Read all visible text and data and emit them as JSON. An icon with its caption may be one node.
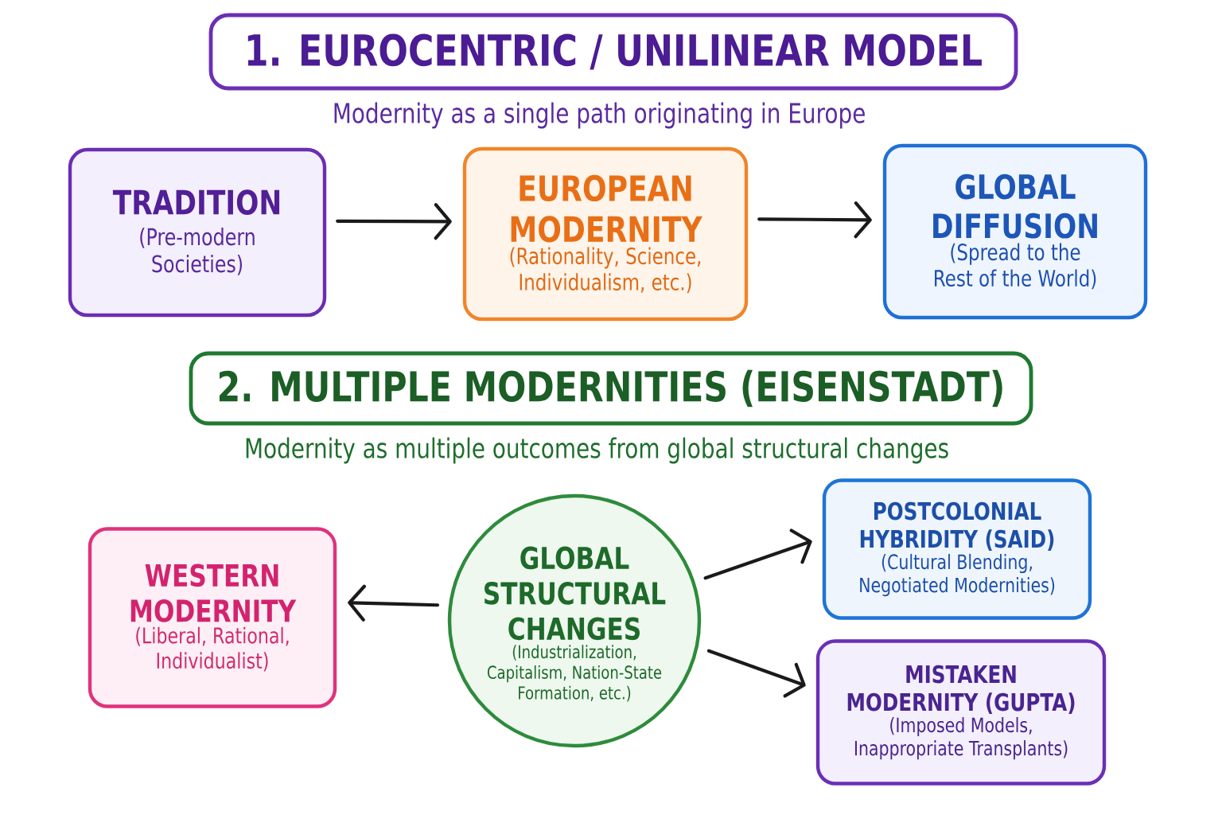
{
  "diagram": {
    "nodes": [
      {
        "text": [
          "1. EUROCENTRIC / UNILINEAR MODEL"
        ],
        "beside": [
          "Modernity as a single path originating in Europe"
        ]
      },
      {
        "text": [
          "TRADITION",
          "(Pre-modern Societies)"
        ]
      },
      {
        "text": [
          "EUROPEAN MODERNITY",
          "(Rationality, Science, Individualism, etc.)"
        ]
      },
      {
        "text": [
          "GLOBAL DIFFUSION",
          "(Spread to the Rest of the World)"
        ]
      },
      {
        "text": [
          "2. MULTIPLE MODERNITIES (EISENSTADT)"
        ],
        "beside": [
          "Modernity as multiple outcomes from global structural changes"
        ]
      },
      {
        "text": [
          "WESTERN MODERNITY",
          "(Liberal, Rational, Individualist)"
        ]
      },
      {
        "text": [
          "GLOBAL STRUCTURAL CHANGES",
          "(Industrialization, Capitalism, Nation-State Formation, etc.)"
        ]
      },
      {
        "text": [
          "POSTCOLONIAL HYBRIDITY (SAID)",
          "(Cultural Blending, Negotiated Modernities)"
        ]
      },
      {
        "text": [
          "MISTAKEN MODERNITY (GUPTA)",
          "(Imposed Models, Inappropriate Transplants)"
        ]
      }
    ],
    "edges": [
      {
        "from": 1,
        "to": 2,
        "arrow": "to"
      },
      {
        "from": 2,
        "to": 3,
        "arrow": "to"
      },
      {
        "from": 6,
        "to": 5,
        "arrow": "to"
      },
      {
        "from": 6,
        "to": 7,
        "arrow": "to"
      },
      {
        "from": 6,
        "to": 8,
        "arrow": "to"
      }
    ]
  }
}
